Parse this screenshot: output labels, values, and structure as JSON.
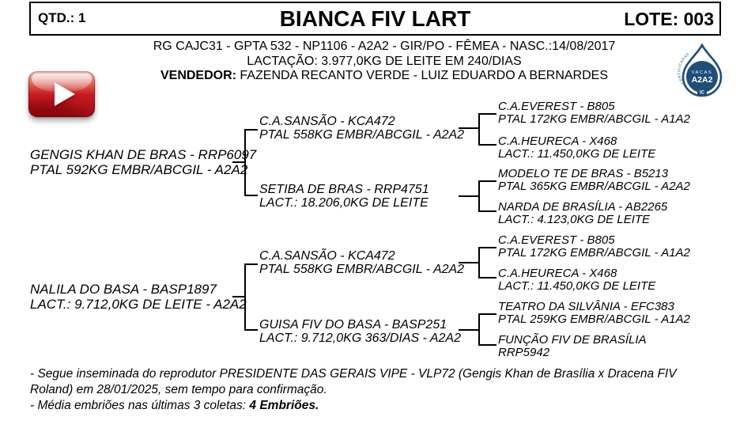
{
  "header": {
    "qtd": "QTD.: 1",
    "title": "BIANCA FIV LART",
    "lote": "LOTE: 003"
  },
  "info": {
    "registry": "RG CAJC31 - GPTA 532 - NP1106 - A2A2 - GIR/PO - FÊMEA - NASC.:14/08/2017",
    "lactation": "LACTAÇÃO: 3.977,0KG DE LEITE EM 240/DIAS",
    "vendor_label": "VENDEDOR:",
    "vendor": " FAZENDA RECANTO VERDE - LUIZ EDUARDO A BERNARDES"
  },
  "video": {
    "icon": "play-button",
    "color_red": "#c41a20"
  },
  "badge": {
    "ring_text": "CERTIFICADAS",
    "line1": "VACAS",
    "line2": "A2A2",
    "bottom": "IC",
    "color_navy": "#1f4e79"
  },
  "pedigree": {
    "gen1": [
      {
        "name": "GENGIS KHAN DE BRAS - RRP6097",
        "detail": "PTAL 592KG EMBR/ABCGIL - A2A2"
      },
      {
        "name": "NALILA DO BASA - BASP1897",
        "detail": "LACT.: 9.712,0KG DE LEITE - A2A2"
      }
    ],
    "gen2": [
      {
        "name": "C.A.SANSÃO - KCA472",
        "detail": "PTAL 558KG EMBR/ABCGIL - A2A2"
      },
      {
        "name": "SETIBA DE BRAS - RRP4751",
        "detail": "LACT.: 18.206,0KG DE LEITE"
      },
      {
        "name": "C.A.SANSÃO - KCA472",
        "detail": "PTAL 558KG EMBR/ABCGIL - A2A2"
      },
      {
        "name": "GUISA FIV DO BASA - BASP251",
        "detail": "LACT.: 9.712,0KG 363/DIAS - A2A2"
      }
    ],
    "gen3": [
      {
        "name": "C.A.EVEREST - B805",
        "detail": "PTAL 172KG EMBR/ABCGIL - A1A2"
      },
      {
        "name": "C.A.HEURECA - X468",
        "detail": "LACT.: 11.450,0KG DE LEITE"
      },
      {
        "name": "MODELO TE DE BRAS - B5213",
        "detail": "PTAL 365KG EMBR/ABCGIL - A2A2"
      },
      {
        "name": "NARDA DE BRASÍLIA - AB2265",
        "detail": "LACT.: 4.123,0KG DE LEITE"
      },
      {
        "name": "C.A.EVEREST - B805",
        "detail": "PTAL 172KG EMBR/ABCGIL - A1A2"
      },
      {
        "name": "C.A.HEURECA - X468",
        "detail": "LACT.: 11.450,0KG DE LEITE"
      },
      {
        "name": "TEATRO DA SILVÂNIA - EFC383",
        "detail": "PTAL 259KG EMBR/ABCGIL - A1A2"
      },
      {
        "name": "FUNÇÃO FIV DE BRASÍLIA",
        "detail": "RRP5942"
      }
    ]
  },
  "notes": {
    "insemination": "- Segue inseminada do reprodutor PRESIDENTE DAS GERAIS VIPE - VLP72 (Gengis Khan de Brasília x Dracena FIV Roland) em 28/01/2025, sem tempo para confirmação.",
    "embryo_prefix": "- Média embriões nas últimas 3 coletas: ",
    "embryo_bold": "4 Embriões."
  }
}
